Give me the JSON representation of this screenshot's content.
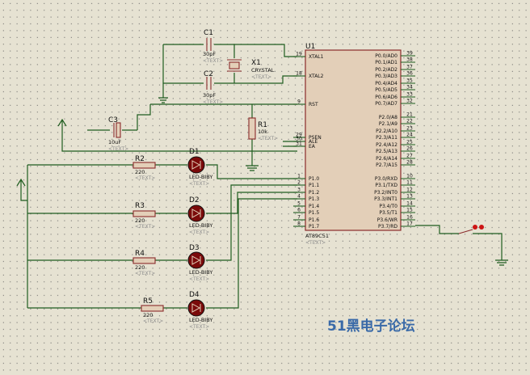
{
  "colors": {
    "background": "#e6e2d2",
    "wire": "#1f5d1f",
    "component": "#8a2b2b",
    "chip_fill": "#e3cfb8",
    "watermark": "#3a6aa8",
    "led": "#7a0a0a"
  },
  "placeholder": "<TEXT>",
  "watermark": "51黑电子论坛",
  "chip": {
    "ref": "U1",
    "part": "AT89C51",
    "left_pins": [
      {
        "name": "XTAL1",
        "num": "19"
      },
      {
        "name": "XTAL2",
        "num": "18"
      },
      {
        "name": "RST",
        "num": "9"
      },
      {
        "name": "PSEN",
        "num": "29"
      },
      {
        "name": "ALE",
        "num": "30"
      },
      {
        "name": "EA",
        "num": "31"
      },
      {
        "name": "P1.0",
        "num": "1"
      },
      {
        "name": "P1.1",
        "num": "2"
      },
      {
        "name": "P1.2",
        "num": "3"
      },
      {
        "name": "P1.3",
        "num": "4"
      },
      {
        "name": "P1.4",
        "num": "5"
      },
      {
        "name": "P1.5",
        "num": "6"
      },
      {
        "name": "P1.6",
        "num": "7"
      },
      {
        "name": "P1.7",
        "num": "8"
      }
    ],
    "right_pins": [
      {
        "name": "P0.0/AD0",
        "num": "39"
      },
      {
        "name": "P0.1/AD1",
        "num": "38"
      },
      {
        "name": "P0.2/AD2",
        "num": "37"
      },
      {
        "name": "P0.3/AD3",
        "num": "36"
      },
      {
        "name": "P0.4/AD4",
        "num": "35"
      },
      {
        "name": "P0.5/AD5",
        "num": "34"
      },
      {
        "name": "P0.6/AD6",
        "num": "33"
      },
      {
        "name": "P0.7/AD7",
        "num": "32"
      },
      {
        "name": "P2.0/A8",
        "num": "21"
      },
      {
        "name": "P2.1/A9",
        "num": "22"
      },
      {
        "name": "P2.2/A10",
        "num": "23"
      },
      {
        "name": "P2.3/A11",
        "num": "24"
      },
      {
        "name": "P2.4/A12",
        "num": "25"
      },
      {
        "name": "P2.5/A13",
        "num": "26"
      },
      {
        "name": "P2.6/A14",
        "num": "27"
      },
      {
        "name": "P2.7/A15",
        "num": "28"
      },
      {
        "name": "P3.0/RXD",
        "num": "10"
      },
      {
        "name": "P3.1/TXD",
        "num": "11"
      },
      {
        "name": "P3.2/INT0",
        "num": "12"
      },
      {
        "name": "P3.3/INT1",
        "num": "13"
      },
      {
        "name": "P3.4/T0",
        "num": "14"
      },
      {
        "name": "P3.5/T1",
        "num": "15"
      },
      {
        "name": "P3.6/WR",
        "num": "16"
      },
      {
        "name": "P3.7/RD",
        "num": "17"
      }
    ]
  },
  "components": {
    "c1": {
      "ref": "C1",
      "value": "30pF"
    },
    "c2": {
      "ref": "C2",
      "value": "30pF"
    },
    "c3": {
      "ref": "C3",
      "value": "10uF"
    },
    "x1": {
      "ref": "X1",
      "value": "CRYSTAL"
    },
    "r1": {
      "ref": "R1",
      "value": "10k"
    },
    "r2": {
      "ref": "R2",
      "value": "220"
    },
    "r3": {
      "ref": "R3",
      "value": "220"
    },
    "r4": {
      "ref": "R4",
      "value": "220"
    },
    "r5": {
      "ref": "R5",
      "value": "220"
    },
    "d1": {
      "ref": "D1",
      "value": "LED-BIBY"
    },
    "d2": {
      "ref": "D2",
      "value": "LED-BIBY"
    },
    "d3": {
      "ref": "D3",
      "value": "LED-BIBY"
    },
    "d4": {
      "ref": "D4",
      "value": "LED-BIBY"
    }
  }
}
